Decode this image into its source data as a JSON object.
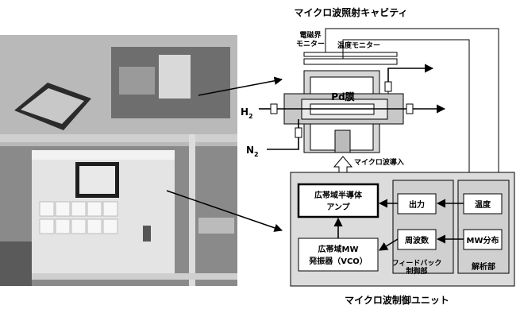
{
  "cavity": {
    "title": "マイクロ波照射キャビティ",
    "em_monitor_line1": "電磁界",
    "em_monitor_line2": "モニター",
    "temp_monitor": "温度モニター",
    "membrane": "Pd膜",
    "h2": "H",
    "h2_sub": "2",
    "n2": "N",
    "n2_sub": "2",
    "mw_inlet": "マイクロ波導入"
  },
  "control_unit": {
    "title": "マイクロ波制御ユニット",
    "amp_line1": "広帯域半導体",
    "amp_line2": "アンプ",
    "vco_line1": "広帯域MW",
    "vco_line2": "発振器（VCO）",
    "output": "出力",
    "frequency": "周波数",
    "temperature": "温度",
    "mw_distribution": "MW分布",
    "feedback_line1": "フィードバック",
    "feedback_line2": "制御部",
    "analysis": "解析部"
  }
}
